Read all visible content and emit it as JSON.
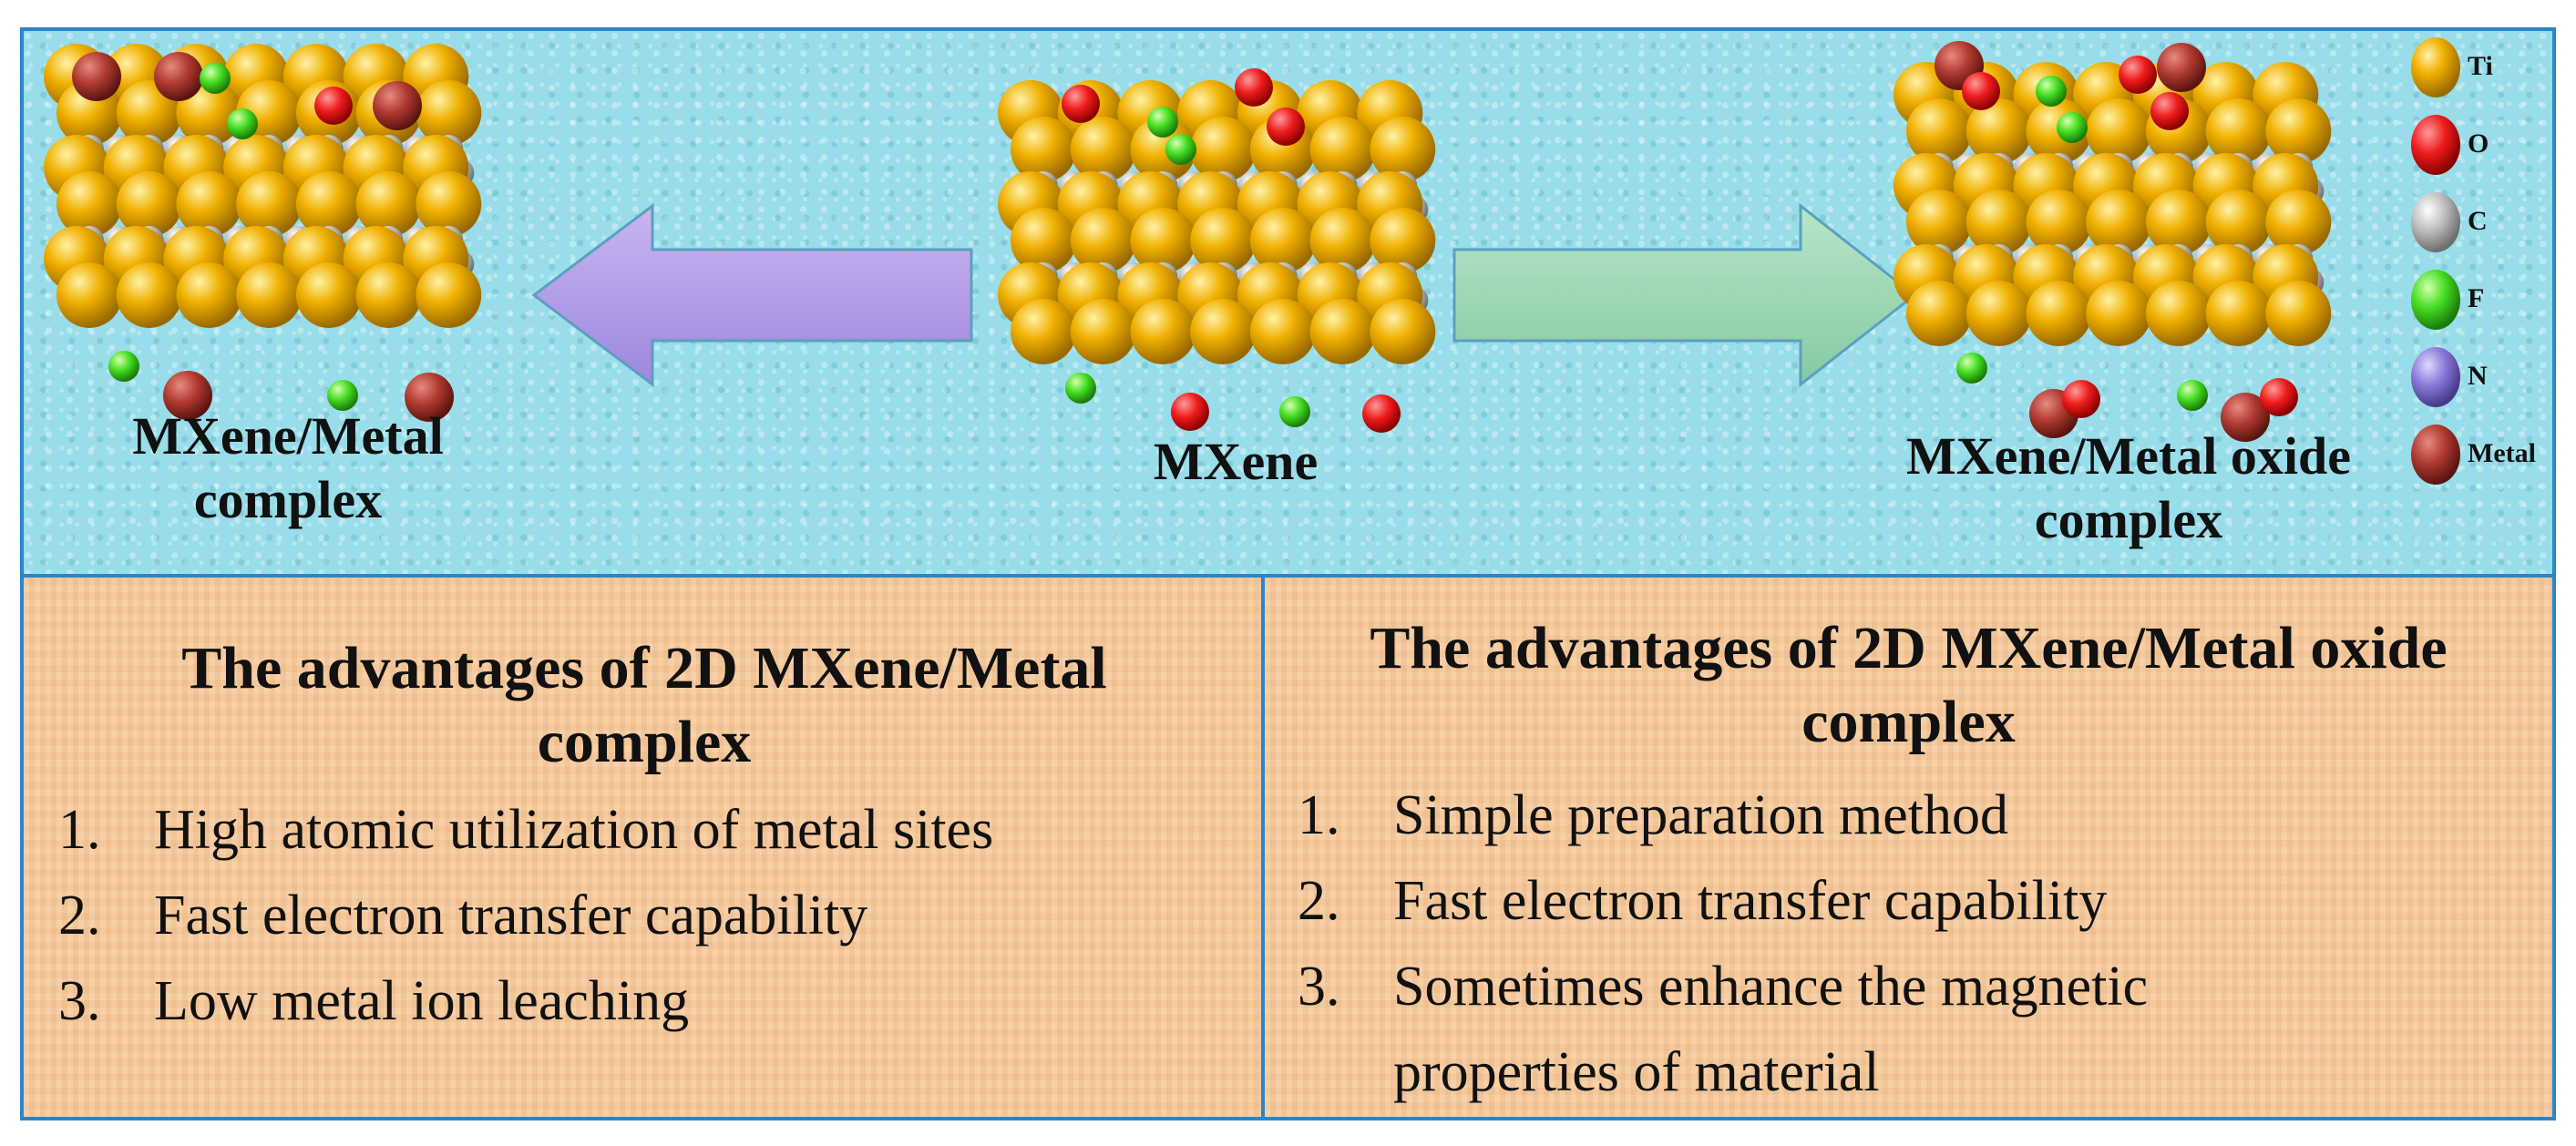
{
  "structures": {
    "left_label_line1": "MXene/Metal",
    "left_label_line2": "complex",
    "center_label": "MXene",
    "right_label_line1": "MXene/Metal oxide",
    "right_label_line2": "complex"
  },
  "legend": [
    {
      "label": "Ti",
      "color": "#f0b000"
    },
    {
      "label": "O",
      "color": "#ee1c1c"
    },
    {
      "label": "C",
      "color": "#b8b8b8"
    },
    {
      "label": "F",
      "color": "#44dd22"
    },
    {
      "label": "N",
      "color": "#8a78d8"
    },
    {
      "label": "Metal",
      "color": "#b03a30"
    }
  ],
  "arrows": {
    "left_color": "#b39ae8",
    "right_color": "#9ed9b6"
  },
  "left_panel": {
    "title_line1": "The advantages of 2D MXene/Metal",
    "title_line2": "complex",
    "items": [
      {
        "num": "1.",
        "text": "High atomic utilization of metal sites"
      },
      {
        "num": "2.",
        "text": "Fast electron transfer capability"
      },
      {
        "num": "3.",
        "text": "Low metal ion leaching"
      }
    ]
  },
  "right_panel": {
    "title_line1": "The advantages of 2D MXene/Metal oxide",
    "title_line2": "complex",
    "items": [
      {
        "num": "1.",
        "text": "Simple preparation method"
      },
      {
        "num": "2.",
        "text": "Fast electron transfer capability"
      },
      {
        "num": "3.",
        "text": "Sometimes enhance the magnetic",
        "text2": "properties of material"
      }
    ]
  }
}
